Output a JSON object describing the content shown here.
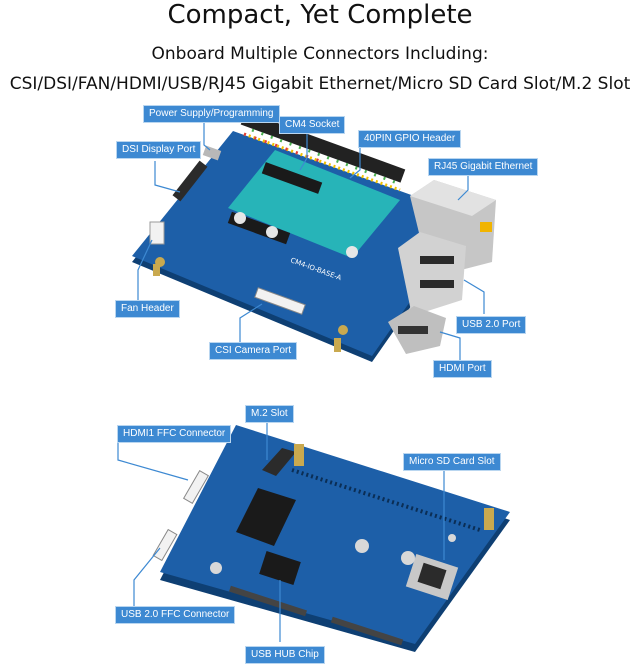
{
  "header": {
    "title": "Compact, Yet Complete",
    "subtitle": "Onboard Multiple Connectors Including:",
    "connectors": "CSI/DSI/FAN/HDMI/USB/RJ45 Gigabit Ethernet/Micro SD Card Slot/M.2 Slot"
  },
  "top_board": {
    "silkscreen": "CM4-IO-BASE-A",
    "callouts": {
      "power": "Power Supply/Programming",
      "cm4": "CM4 Socket",
      "gpio": "40PIN GPIO Header",
      "dsi": "DSI Display Port",
      "rj45": "RJ45 Gigabit Ethernet",
      "fan": "Fan Header",
      "usb": "USB 2.0 Port",
      "csi": "CSI Camera Port",
      "hdmi": "HDMI Port"
    }
  },
  "bottom_board": {
    "callouts": {
      "m2": "M.2 Slot",
      "hdmi_ffc": "HDMI1 FFC Connector",
      "microsd": "Micro SD Card Slot",
      "usb_ffc": "USB 2.0 FFC Connector",
      "usb_hub": "USB HUB Chip"
    }
  },
  "colors": {
    "pcb": "#1d5fa8",
    "pcb_dark": "#154b86",
    "callout_bg": "#3d89d2",
    "callout_text": "#ffffff",
    "leader_line": "#3d89d2"
  }
}
